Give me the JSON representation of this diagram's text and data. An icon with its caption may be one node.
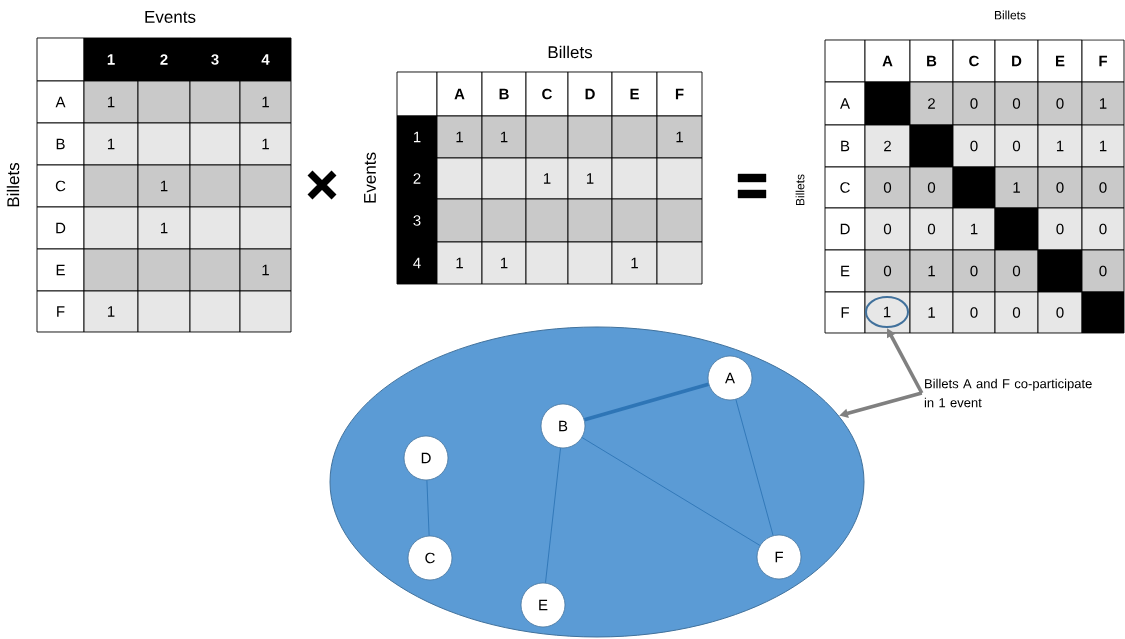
{
  "diagram": {
    "nodes": [
      {
        "text": [],
        "shape": "ellipse"
      },
      {
        "text": [
          "A"
        ],
        "in": 0
      },
      {
        "text": [
          "B"
        ],
        "in": 0
      },
      {
        "text": [
          "D"
        ],
        "in": 0
      },
      {
        "text": [
          "C"
        ],
        "in": 0
      },
      {
        "text": [
          "F"
        ],
        "in": 0
      },
      {
        "text": [
          "E"
        ],
        "in": 0
      },
      {
        "text": [
          "Billets A and F co-participate in 1 event"
        ]
      },
      {
        "text": [
          "1"
        ]
      }
    ],
    "edges": [
      {
        "from": 1,
        "to": 2,
        "arrow": "none",
        "style": "thick"
      },
      {
        "from": 1,
        "to": 5,
        "arrow": "none"
      },
      {
        "from": 2,
        "to": 5,
        "arrow": "none"
      },
      {
        "from": 2,
        "to": 6,
        "arrow": "none"
      },
      {
        "from": 3,
        "to": 4,
        "arrow": "none"
      },
      {
        "from": 7,
        "to": 8,
        "arrow": "to",
        "style": "thick",
        "color": "#808080"
      },
      {
        "from": 7,
        "to": 0,
        "arrow": "to",
        "style": "thick",
        "color": "#808080"
      }
    ],
    "labels": [
      "Events",
      "Billets",
      "1",
      "2",
      "3",
      "4",
      "A",
      "1",
      "1",
      "B",
      "1",
      "1",
      "C",
      "1",
      "D",
      "1",
      "E",
      "1",
      "F",
      "1",
      "Billets",
      "Events",
      "A",
      "B",
      "C",
      "D",
      "E",
      "F",
      "1",
      "1",
      "1",
      "1",
      "2",
      "1",
      "1",
      "3",
      "4",
      "1",
      "1",
      "1",
      "Billets",
      "Billets",
      "A",
      "B",
      "C",
      "D",
      "E",
      "F",
      "A",
      "2",
      "0",
      "0",
      "0",
      "1",
      "B",
      "2",
      "0",
      "0",
      "1",
      "1",
      "C",
      "0",
      "0",
      "1",
      "0",
      "0",
      "D",
      "0",
      "0",
      "1",
      "0",
      "0",
      "E",
      "0",
      "1",
      "0",
      "0",
      "0",
      "F",
      "1",
      "0",
      "0",
      "0"
    ]
  }
}
